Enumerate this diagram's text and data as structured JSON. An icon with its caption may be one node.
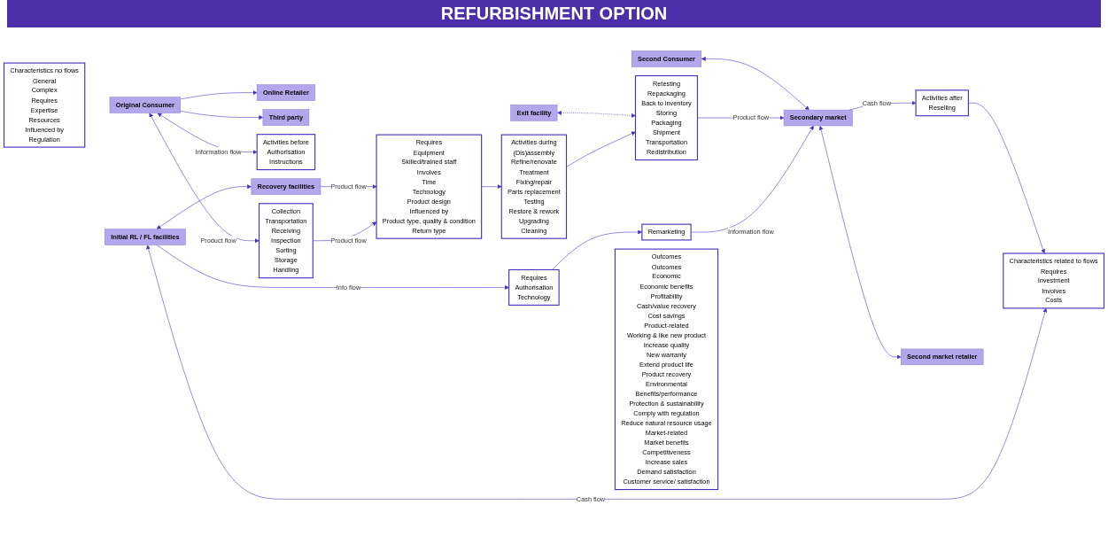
{
  "diagram": {
    "title": "REFURBISHMENT OPTION",
    "nodes": [
      {
        "text": [
          "Characteristics no flows",
          "General",
          "Complex",
          "Requires",
          "Expertise",
          "Resources",
          "Influenced by",
          "Regulation"
        ]
      },
      {
        "text": [
          "Online Retailer"
        ]
      },
      {
        "text": [
          "Original Consumer"
        ]
      },
      {
        "text": [
          "Third party"
        ]
      },
      {
        "text": [
          "Activities before",
          "Authorisation",
          "Instructions"
        ]
      },
      {
        "text": [
          "Collection",
          "Transportation",
          "Receiving",
          "Inspection",
          "Sorting",
          "Storage",
          "Handling"
        ]
      },
      {
        "text": [
          "Initial RL / FL facilities"
        ]
      },
      {
        "text": [
          "Recovery facilities"
        ]
      },
      {
        "text": [
          "Characteristics related to flows",
          "Requires",
          "Investment",
          "Involves",
          "Costs"
        ]
      },
      {
        "text": [
          "Requires",
          "Authorisation",
          "Technology"
        ]
      },
      {
        "text": [
          "Requires",
          "Equipment",
          "Skilled/trained staff",
          "Involves",
          "Time",
          "Technology",
          "Product design",
          "Influenced by",
          "Product type, quality & condition",
          "Return type"
        ]
      },
      {
        "text": [
          "Activities during",
          "(Dis)assembly",
          "Refine/renovate",
          "Treatment",
          "Fixing/repair",
          "Parts replacement",
          "Testing",
          "Restore & rework",
          "Upgrading",
          "Cleaning"
        ]
      },
      {
        "text": [
          "Activities after",
          "Reselling"
        ]
      },
      {
        "text": [
          "Remarketing"
        ]
      },
      {
        "text": [
          "Retesting",
          "Repackaging",
          "Back to inventory",
          "Storing",
          "Packaging",
          "Shipment",
          "Transportation",
          "Redistribution"
        ]
      },
      {
        "text": [
          "Exit facility"
        ]
      },
      {
        "text": [
          "Second Consumer"
        ]
      },
      {
        "text": [
          "Secondary market"
        ]
      },
      {
        "text": [
          "Second market retailer"
        ]
      },
      {
        "text": [
          "Outcomes",
          "Outcomes",
          "Economic",
          "Economic benefits",
          "Profitability",
          "Cash/value recovery",
          "Cost savings",
          "Product-related",
          "Working & like new product",
          "Increase quality",
          "New warranty",
          "Extend product life",
          "Product recovery",
          "Environmental",
          "Benefits/performance",
          "Protection & sustainability",
          "Comply with regulation",
          "Reduce natural resource usage",
          "Market-related",
          "Market benefits",
          "Competitiveness",
          "Increase sales",
          "Demand satisfaction",
          "Customer service/ satisfaction"
        ]
      }
    ],
    "edges": [
      {
        "from": 2,
        "to": 1,
        "arrow": "to"
      },
      {
        "from": 2,
        "to": 3,
        "arrow": "to"
      },
      {
        "from": 2,
        "to": 4,
        "arrow": "both",
        "label": "Information flow"
      },
      {
        "from": 2,
        "to": 5,
        "arrow": "both",
        "label": "Product flow"
      },
      {
        "from": 5,
        "to": 10,
        "arrow": "to",
        "label": "Product flow"
      },
      {
        "from": 6,
        "to": 7,
        "arrow": "both"
      },
      {
        "from": 6,
        "to": 8,
        "arrow": "both",
        "label": "Cash flow"
      },
      {
        "from": 6,
        "to": 9,
        "arrow": "to",
        "label": "Info flow"
      },
      {
        "from": 7,
        "to": 10,
        "arrow": "to",
        "label": "Product flow"
      },
      {
        "from": 12,
        "to": 8,
        "arrow": "to"
      },
      {
        "from": 9,
        "to": 13,
        "arrow": "to"
      },
      {
        "from": 10,
        "to": 11,
        "arrow": "to"
      },
      {
        "from": 11,
        "to": 14,
        "arrow": "to"
      },
      {
        "from": 17,
        "to": 12,
        "arrow": "to",
        "label": "Cash flow"
      },
      {
        "from": 13,
        "to": 17,
        "arrow": "to",
        "label": "Information flow"
      },
      {
        "from": 14,
        "to": 17,
        "arrow": "to",
        "label": "Product flow"
      },
      {
        "from": 15,
        "to": 14,
        "arrow": "both",
        "style": "dashed"
      },
      {
        "from": 16,
        "to": 17,
        "arrow": "both"
      },
      {
        "from": 17,
        "to": 18,
        "arrow": "both"
      }
    ]
  }
}
